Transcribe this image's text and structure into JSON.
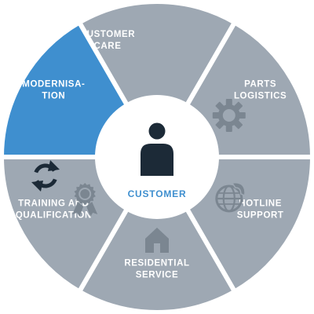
{
  "colors": {
    "segment_default": "#9ea8b3",
    "segment_active": "#3f8fcf",
    "icon": "#7b8691",
    "icon_active": "#1c2a37",
    "center_bg": "#ffffff",
    "center_label": "#3f8fcf",
    "person_icon": "#1c2a37"
  },
  "center": {
    "label": "CUSTOMER",
    "icon": "person-icon"
  },
  "segments": [
    {
      "id": "customer-care",
      "lines": [
        "CUSTOMER",
        "CARE"
      ],
      "icon": "people-icon",
      "active": false
    },
    {
      "id": "parts-logistics",
      "lines": [
        "PARTS",
        "LOGISTICS"
      ],
      "icon": "gear-icon",
      "active": false
    },
    {
      "id": "hotline-support",
      "lines": [
        "HOTLINE",
        "SUPPORT"
      ],
      "icon": "globe-phone-icon",
      "active": false
    },
    {
      "id": "residential-service",
      "lines": [
        "RESIDENTIAL",
        "SERVICE"
      ],
      "icon": "house-icon",
      "active": false
    },
    {
      "id": "training-qualification",
      "lines": [
        "TRAINING AND",
        "QUALIFICATION"
      ],
      "icon": "award-icon",
      "active": false
    },
    {
      "id": "modernisation",
      "lines": [
        "MODERNISA-",
        "TION"
      ],
      "icon": "refresh-icon",
      "active": true
    }
  ]
}
